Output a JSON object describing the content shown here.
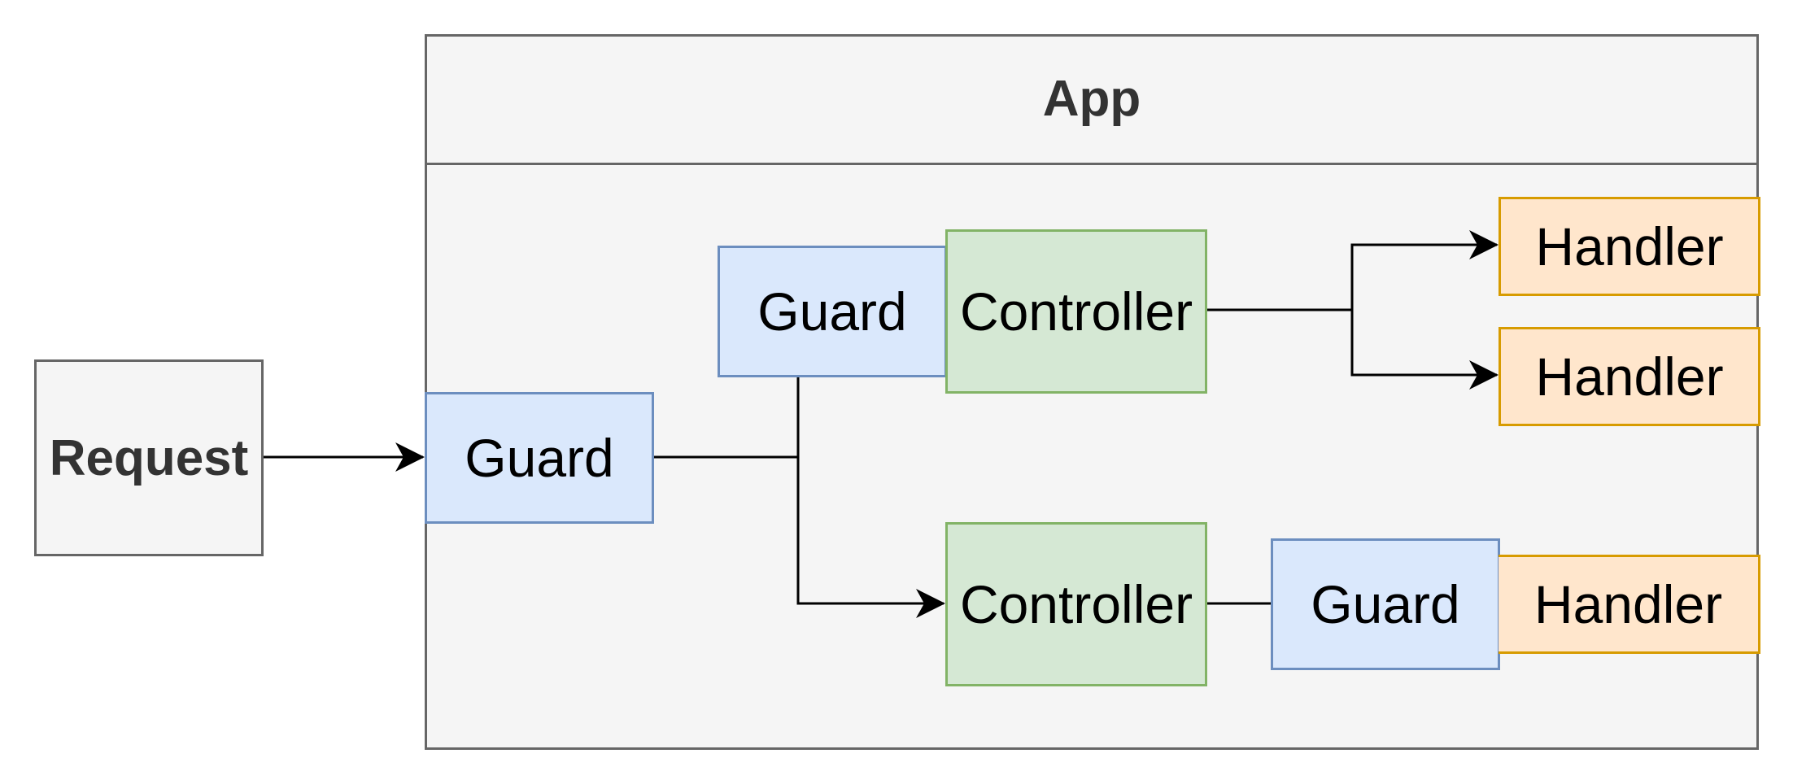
{
  "diagram": {
    "app": {
      "label": "App",
      "fill": "#f5f5f5",
      "stroke": "#666666"
    },
    "request": {
      "label": "Request",
      "fill": "#f5f5f5",
      "stroke": "#666666"
    },
    "guards": [
      {
        "id": "guard-entry",
        "label": "Guard"
      },
      {
        "id": "guard-top",
        "label": "Guard"
      },
      {
        "id": "guard-bottom",
        "label": "Guard"
      }
    ],
    "controllers": [
      {
        "id": "controller-top",
        "label": "Controller"
      },
      {
        "id": "controller-bottom",
        "label": "Controller"
      }
    ],
    "handlers": [
      {
        "id": "handler-top-1",
        "label": "Handler"
      },
      {
        "id": "handler-top-2",
        "label": "Handler"
      },
      {
        "id": "handler-bottom",
        "label": "Handler"
      }
    ],
    "colors": {
      "guard_fill": "#dae8fc",
      "guard_stroke": "#6c8ebf",
      "controller_fill": "#d5e8d4",
      "controller_stroke": "#82b366",
      "handler_fill": "#ffe6cc",
      "handler_stroke": "#d79b00",
      "edge": "#000000"
    },
    "edges": [
      {
        "from": "request",
        "to": "guard-entry",
        "arrow": true
      },
      {
        "from": "guard-entry",
        "to": "guard-top",
        "arrow": false
      },
      {
        "from": "guard-entry",
        "to": "controller-bottom",
        "arrow": true
      },
      {
        "from": "controller-top",
        "to": "handler-top-1",
        "arrow": true
      },
      {
        "from": "controller-top",
        "to": "handler-top-2",
        "arrow": true
      },
      {
        "from": "controller-bottom",
        "to": "guard-bottom",
        "arrow": false
      }
    ]
  }
}
